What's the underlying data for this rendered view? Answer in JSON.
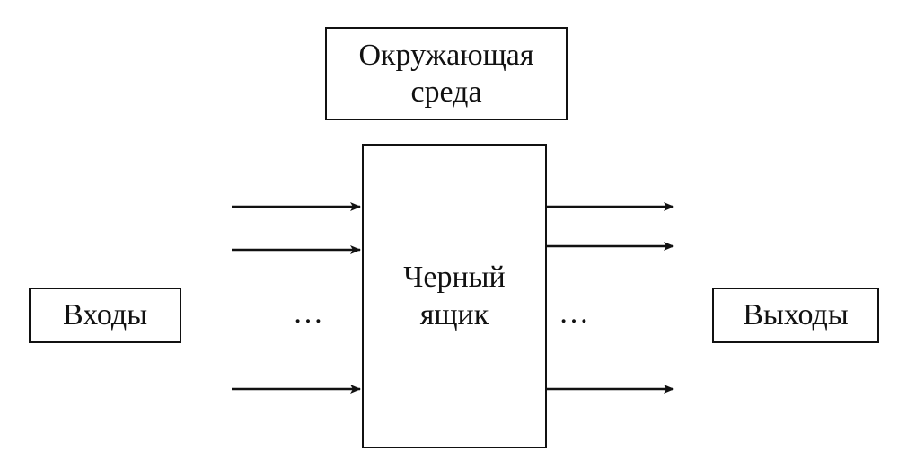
{
  "environment": {
    "line1": "Окружающая",
    "line2": "среда"
  },
  "black_box": {
    "line1": "Черный",
    "line2": "ящик"
  },
  "inputs": {
    "label": "Входы"
  },
  "outputs": {
    "label": "Выходы"
  },
  "ellipsis": {
    "left": "…",
    "right": "…"
  },
  "colors": {
    "stroke": "#111111",
    "background": "#ffffff"
  }
}
